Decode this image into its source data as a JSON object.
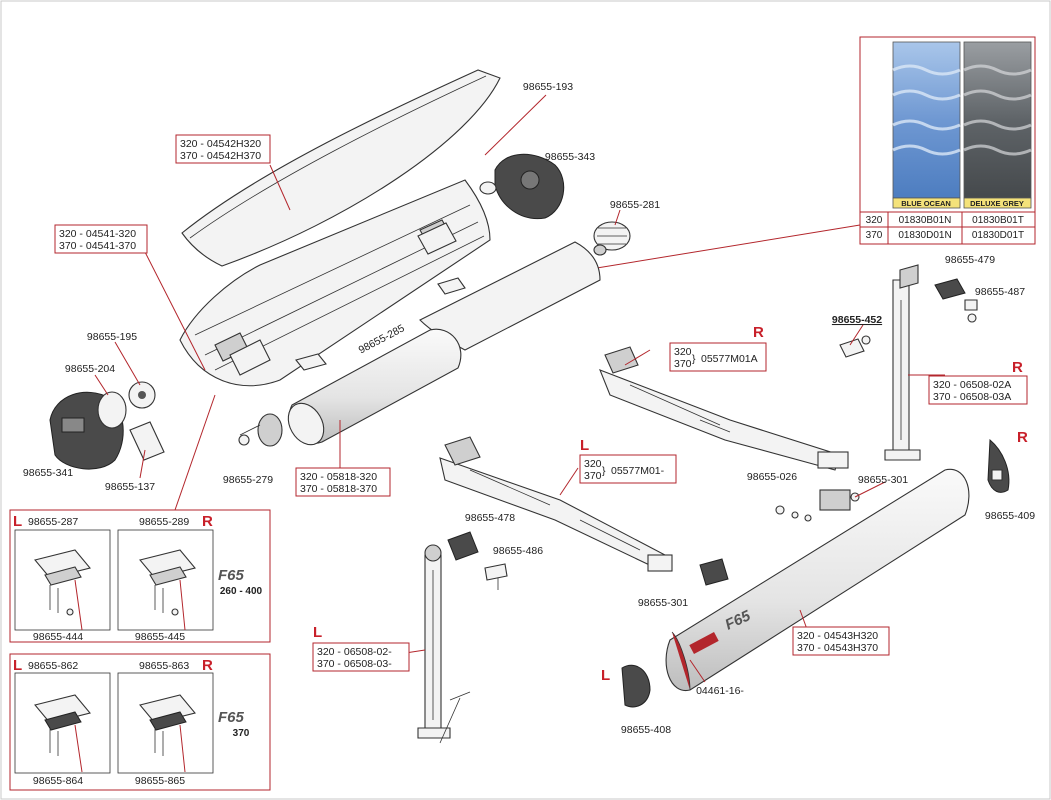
{
  "fabric_table": {
    "swatches": [
      "BLUE OCEAN",
      "DELUXE GREY"
    ],
    "rows": [
      {
        "size": "320",
        "blue": "01830B01N",
        "grey": "01830B01T"
      },
      {
        "size": "370",
        "blue": "01830D01N",
        "grey": "01830D01T"
      }
    ]
  },
  "parts": {
    "p193": "98655-193",
    "p343": "98655-343",
    "p281": "98655-281",
    "p479": "98655-479",
    "p487": "98655-487",
    "p452": "98655-452",
    "p195": "98655-195",
    "p204": "98655-204",
    "p341": "98655-341",
    "p137": "98655-137",
    "p285": "98655-285",
    "p279": "98655-279",
    "p026": "98655-026",
    "p301a": "98655-301",
    "p301b": "98655-301",
    "p409": "98655-409",
    "p478": "98655-478",
    "p486": "98655-486",
    "p408": "98655-408",
    "p04461": "04461-16-"
  },
  "boxes": {
    "cover_top_1": "320 - 04542H320",
    "cover_top_2": "370 - 04542H370",
    "profile_1": "320 - 04541-320",
    "profile_2": "370 - 04541-370",
    "roller_1": "320 - 05818-320",
    "roller_2": "370 - 05818-370",
    "arm_r_1": "320",
    "arm_r_2": "370",
    "arm_r_code": "05577M01A",
    "arm_l_1": "320",
    "arm_l_2": "370",
    "arm_l_code": "05577M01-",
    "leg_r_1": "320 - 06508-02A",
    "leg_r_2": "370 - 06508-03A",
    "leg_l_1": "320 - 06508-02-",
    "leg_l_2": "370 - 06508-03-",
    "front_1": "320 - 04543H320",
    "front_2": "370 - 04543H370"
  },
  "side_marks": {
    "R": "R",
    "L": "L"
  },
  "kit_260": {
    "left_part": "98655-287",
    "right_part": "98655-289",
    "left_bottom": "98655-444",
    "right_bottom": "98655-445",
    "logo": "F65",
    "size": "260 - 400"
  },
  "kit_370": {
    "left_part": "98655-862",
    "right_part": "98655-863",
    "left_bottom": "98655-864",
    "right_bottom": "98655-865",
    "logo": "F65",
    "size": "370"
  },
  "colors": {
    "accent_red": "#b3262c",
    "blue_ocean": "#7fa6d8",
    "deluxe_grey": "#6f7478"
  }
}
